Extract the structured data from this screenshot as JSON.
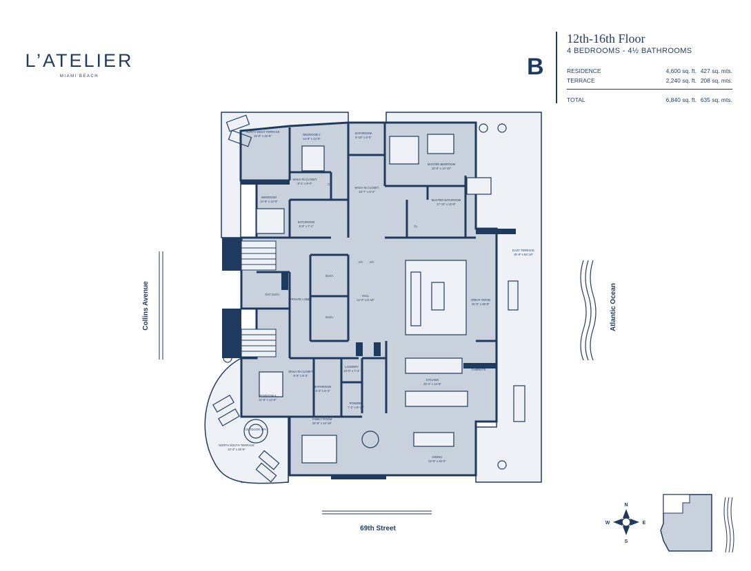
{
  "brand": {
    "name": "L’ATELIER",
    "sub": "MIAMI BEACH"
  },
  "unit": {
    "letter": "B",
    "floors": "12th-16th Floor",
    "bedrooms": "4 BEDROOMS - 4½ BATHROOMS"
  },
  "summary": [
    {
      "label": "RESIDENCE",
      "sqft": "4,600 sq. ft.",
      "sqm": "427 sq. mts."
    },
    {
      "label": "TERRACE",
      "sqft": "2,240 sq. ft.",
      "sqm": "208 sq. mts."
    },
    {
      "label": "TOTAL",
      "sqft": "6,840 sq. ft.",
      "sqm": "635 sq. mts."
    }
  ],
  "streets": {
    "west": "Collins Avenue",
    "east": "Atlantic Ocean",
    "south": "69th Street"
  },
  "compass": {
    "n": "N",
    "s": "S",
    "e": "E",
    "w": "W"
  },
  "rooms": {
    "north_west_terrace": {
      "name": "NORTH WEST TERRACE",
      "dim": "16'-8\" x 22'-8\""
    },
    "bedroom2": {
      "name": "BEDROOM 2",
      "dim": "14'-8\" x 12'-8\""
    },
    "bathroom_top": {
      "name": "BATHROOM",
      "dim": "6'-10\" x 8'-0\""
    },
    "walk_in_2": {
      "name": "WALK-IN CLOSET",
      "dim": "8'-1\" x 8'-0\""
    },
    "walk_in_master": {
      "name": "WALK-IN CLOSET",
      "dim": "10'-7\" x 8'-2\""
    },
    "master_bedroom": {
      "name": "MASTER BEDROOM",
      "dim": "22'-8\" x 14'-10\""
    },
    "master_bathroom": {
      "name": "MASTER BATHROOM",
      "dim": "17'-11\" x 12'-8\""
    },
    "bedroom3": {
      "name": "BEDROOM",
      "dim": "12'-8\" x 12'-8\""
    },
    "bathroom3": {
      "name": "BATHROOM",
      "dim": "8'-0\" x 7'-1\""
    },
    "elev": {
      "name": "ELEV."
    },
    "elev2": {
      "name": "ELEV."
    },
    "svc_elev": {
      "name": "SVC ELEV."
    },
    "private_lobby": {
      "name": "PRIVATE LOBBY"
    },
    "hall": {
      "name": "HALL",
      "dim": "14'-3\" x 8'-10\""
    },
    "ac": "A/C",
    "ac2": "A/C",
    "great_room": {
      "name": "GREAT ROOM",
      "dim": "31'-5\" x 28'-8\""
    },
    "east_terrace": {
      "name": "EAST TERRACE",
      "dim": "15'-8\" x 84'-10\""
    },
    "cabinets": "CABINETS",
    "kitchen": {
      "name": "KITCHEN",
      "dim": "30'-4\" x 13'-8\""
    },
    "laundry": {
      "name": "LAUNDRY",
      "dim": "10'-5\" x 7'-4\""
    },
    "walk_in_4": {
      "name": "WALK-IN CLOSET",
      "dim": "6'-3\" x 8'-3\""
    },
    "bathroom4": {
      "name": "BATHROOM",
      "dim": "6'-3\" x 8'-3\""
    },
    "bedroom4": {
      "name": "BEDROOM 4",
      "dim": "11'-8\" x 12'-8\""
    },
    "powder": {
      "name": "POWDER",
      "dim": "7'-2\" x 8'-10\""
    },
    "family_room": {
      "name": "FAMILY ROOM",
      "dim": "24'-8\" x 13'-10\""
    },
    "outdoor_spa": {
      "name": "OUTDOOR SPA"
    },
    "north_south_terrace": {
      "name": "NORTH SOUTH TERRACE",
      "dim": "23'-3\" x 28'-8\""
    },
    "dining": {
      "name": "DINING",
      "dim": "22'-8\" x 15'-0\""
    },
    "cl": "CL",
    "cl2": "CL"
  },
  "colors": {
    "navy": "#1f3a5f",
    "floor": "#c9d1dc",
    "terrace": "#eef1f5"
  }
}
